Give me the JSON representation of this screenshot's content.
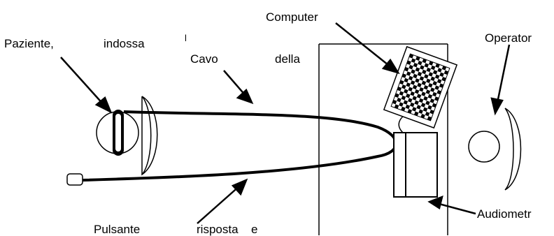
{
  "labels": {
    "patient_1": "Paziente,",
    "patient_2": "indossa",
    "patient_3": "l",
    "cable_1": "Cavo",
    "cable_2": "della",
    "computer": "Computer",
    "operator": "Operator",
    "button_1": "Pulsante",
    "button_2": "risposta",
    "button_3": "e",
    "audiometer": "Audiometr"
  },
  "colors": {
    "ink": "#000000",
    "background": "#ffffff"
  }
}
